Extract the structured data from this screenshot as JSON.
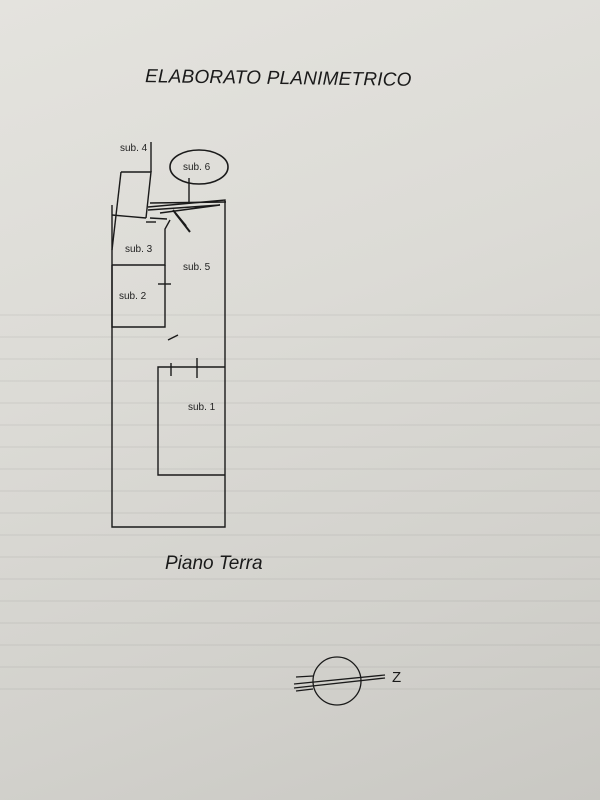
{
  "document": {
    "title": "ELABORATO PLANIMETRICO",
    "caption": "Piano Terra",
    "compass_label": "Z"
  },
  "plan": {
    "units": [
      {
        "id": "sub4",
        "label": "sub. 4"
      },
      {
        "id": "sub6",
        "label": "sub. 6"
      },
      {
        "id": "sub3",
        "label": "sub. 3"
      },
      {
        "id": "sub5",
        "label": "sub. 5"
      },
      {
        "id": "sub2",
        "label": "sub. 2"
      },
      {
        "id": "sub1",
        "label": "sub. 1"
      }
    ]
  },
  "colors": {
    "paper": "#dcdbd6",
    "ink": "#1a1a1a"
  }
}
